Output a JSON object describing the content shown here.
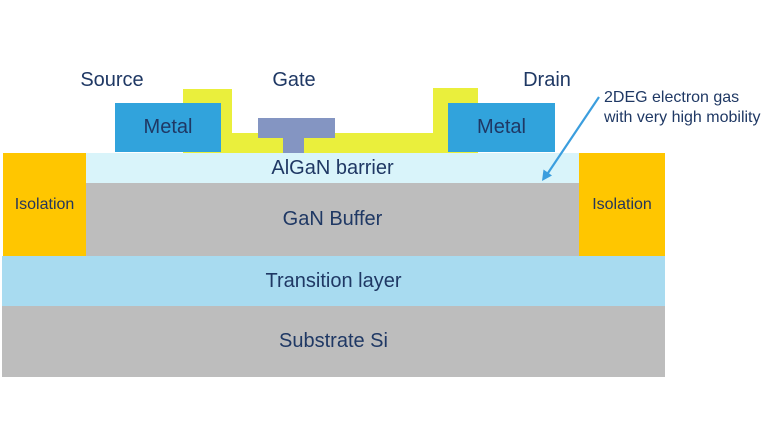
{
  "diagram": {
    "electrodes": {
      "source": "Source",
      "gate": "Gate",
      "drain": "Drain"
    },
    "contacts": {
      "source_metal": "Metal",
      "drain_metal": "Metal"
    },
    "layers": {
      "algan": "AlGaN barrier",
      "gan_buffer": "GaN Buffer",
      "transition": "Transition layer",
      "substrate": "Substrate Si",
      "isolation_left": "Isolation",
      "isolation_right": "Isolation"
    },
    "annotation": {
      "line1": "2DEG electron gas",
      "line2": "with very high mobility"
    },
    "colors": {
      "contact_metal_blue": "#31A3DC",
      "gate_metal_blue_gray": "#8495C2",
      "passivation_yellow": "#EAEF3C",
      "isolation_gold": "#FFC600",
      "algan_light_cyan": "#D9F4FA",
      "gan_gray": "#BDBDBD",
      "transition_light_blue": "#A8DBF0",
      "substrate_gray": "#BDBDBD",
      "label_navy": "#1F3864",
      "arrow_blue": "#3B9EDE"
    }
  }
}
